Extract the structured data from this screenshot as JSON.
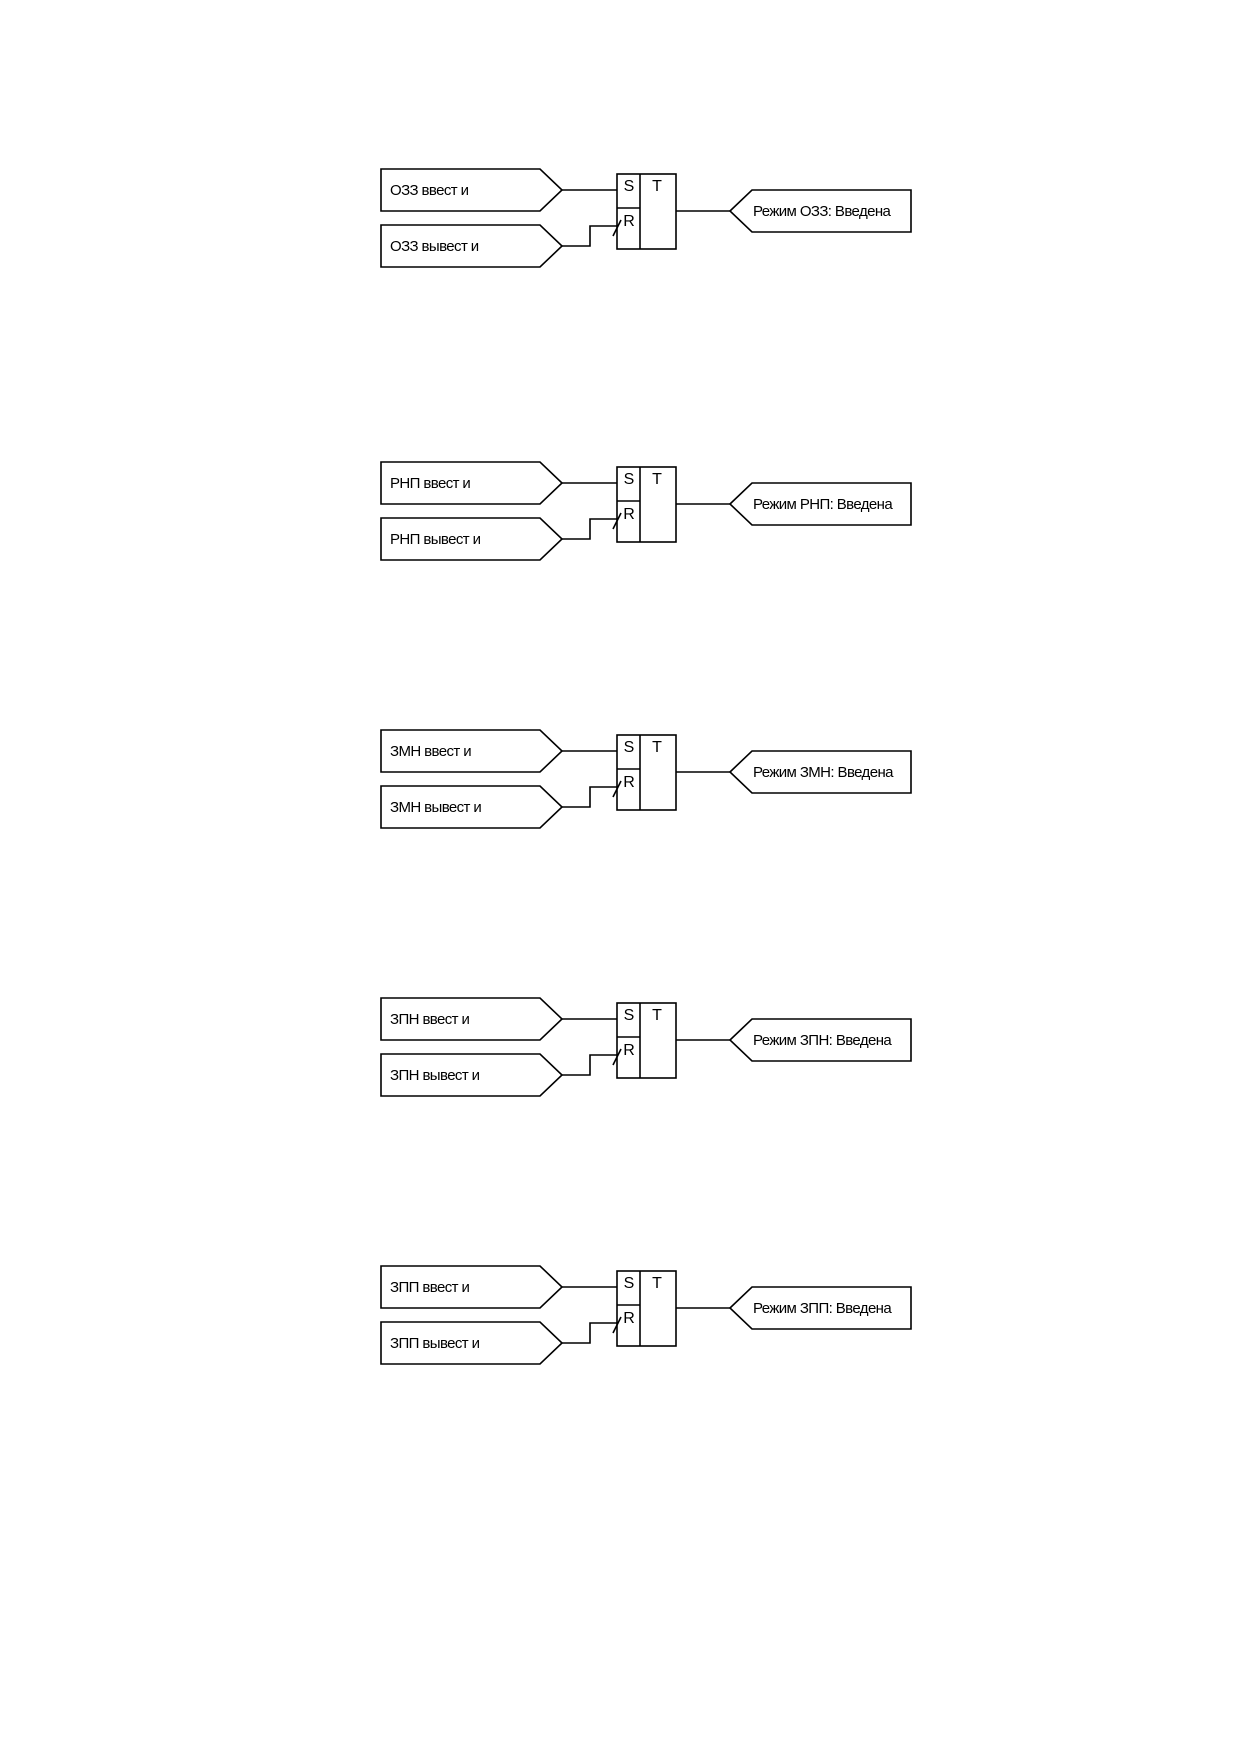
{
  "trigger_pins": {
    "set": "S",
    "reset": "R",
    "type": "T"
  },
  "blocks": [
    {
      "id": "ozz",
      "set_input": "ОЗЗ ввест и",
      "reset_input": "ОЗЗ вывест и",
      "output": "Режим ОЗЗ: Введена"
    },
    {
      "id": "rnp",
      "set_input": "РНП ввест и",
      "reset_input": "РНП вывест и",
      "output": "Режим РНП: Введена"
    },
    {
      "id": "zmn",
      "set_input": "ЗМН ввест и",
      "reset_input": "ЗМН вывест и",
      "output": "Режим ЗМН: Введена"
    },
    {
      "id": "zpn",
      "set_input": "ЗПН ввест и",
      "reset_input": "ЗПН вывест и",
      "output": "Режим ЗПН: Введена"
    },
    {
      "id": "zpp",
      "set_input": "ЗПП ввест и",
      "reset_input": "ЗПП вывест и",
      "output": "Режим ЗПП: Введена"
    }
  ]
}
